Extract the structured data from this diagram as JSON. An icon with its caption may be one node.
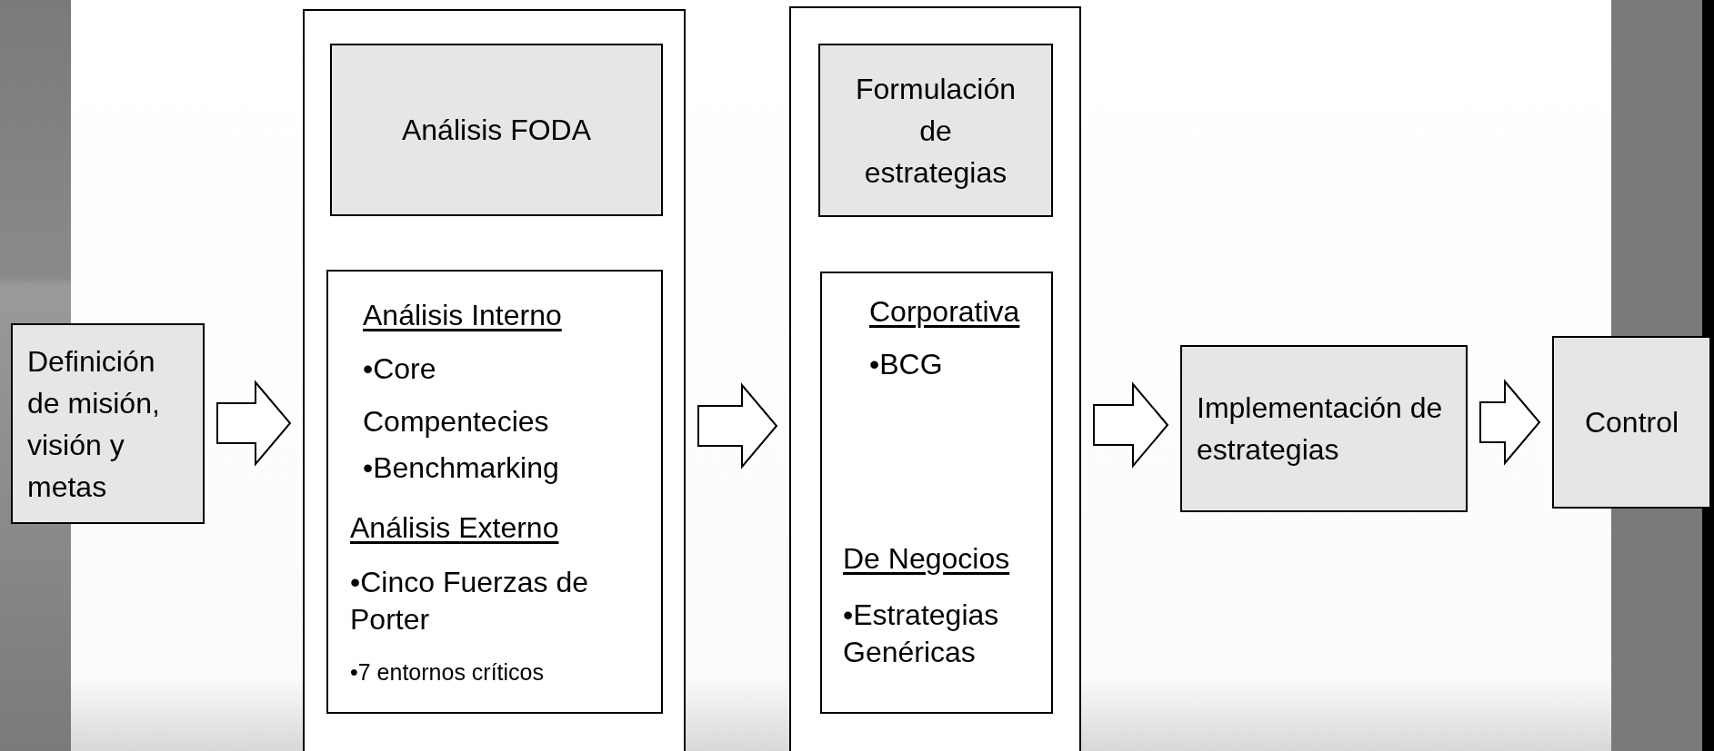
{
  "diagram": {
    "nodes": [
      {
        "text": [
          "Definición de misión, visión y metas"
        ]
      },
      {
        "text": [],
        "shape": "box"
      },
      {
        "text": [
          "Análisis FODA"
        ],
        "in": 1
      },
      {
        "text": [
          "Análisis Interno",
          "•Core Compentecies",
          "•Benchmarking",
          "Análisis Externo",
          "•Cinco Fuerzas de Porter",
          "•7 entornos críticos"
        ],
        "in": 1
      },
      {
        "text": [],
        "shape": "box"
      },
      {
        "text": [
          "Formulación de estrategias"
        ],
        "in": 4
      },
      {
        "text": [
          "Corporativa",
          "•BCG",
          "De Negocios",
          "•Estrategias Genéricas"
        ],
        "in": 4
      },
      {
        "text": [
          "Implementación de estrategias"
        ]
      },
      {
        "text": [
          "Control"
        ]
      }
    ],
    "edges": [
      {
        "from": 0,
        "to": 1,
        "arrow": "to"
      },
      {
        "from": 1,
        "to": 4,
        "arrow": "to"
      },
      {
        "from": 4,
        "to": 7,
        "arrow": "to"
      },
      {
        "from": 7,
        "to": 8,
        "arrow": "to"
      }
    ]
  }
}
